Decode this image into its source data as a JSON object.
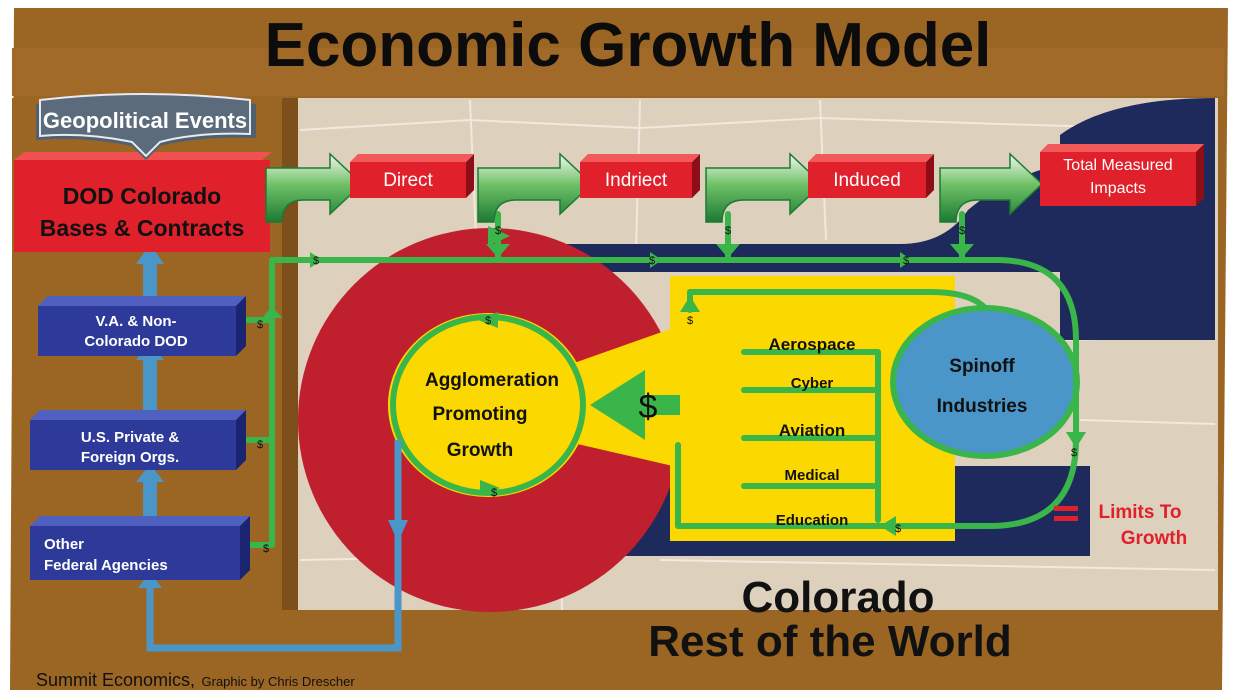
{
  "title": "Economic Growth Model",
  "sidebar": {
    "banner": "Geopolitical Events",
    "main_box_line1": "DOD Colorado",
    "main_box_line2": "Bases & Contracts",
    "boxes": [
      {
        "line1": "V.A. & Non-",
        "line2": "Colorado DOD"
      },
      {
        "line1": "U.S. Private &",
        "line2": "Foreign Orgs."
      },
      {
        "line1": "Other",
        "line2": "Federal Agencies"
      }
    ]
  },
  "stages": {
    "direct": "Direct",
    "indirect": "Indriect",
    "induced": "Induced",
    "total_line1": "Total Measured",
    "total_line2": "Impacts"
  },
  "agglomeration": {
    "line1": "Agglomeration",
    "line2": "Promoting",
    "line3": "Growth"
  },
  "industries": [
    "Aerospace",
    "Cyber",
    "Aviation",
    "Medical",
    "Education"
  ],
  "spinoff": {
    "line1": "Spinoff",
    "line2": "Industries"
  },
  "limits": {
    "line1": "Limits To",
    "line2": "Growth"
  },
  "region_colorado": "Colorado",
  "region_world": "Rest of the World",
  "credit_main": "Summit Economics,",
  "credit_sub": "Graphic by Chris Drescher",
  "dollar_sign": "$",
  "colors": {
    "frame": "#9b6524",
    "navy": "#1f2a5c",
    "red": "#c0202e",
    "yellow": "#fbd800",
    "green": "#3ab54a",
    "blue": "#4a96c8",
    "box_blue": "#2e3a9a",
    "box_red": "#e0202a"
  }
}
